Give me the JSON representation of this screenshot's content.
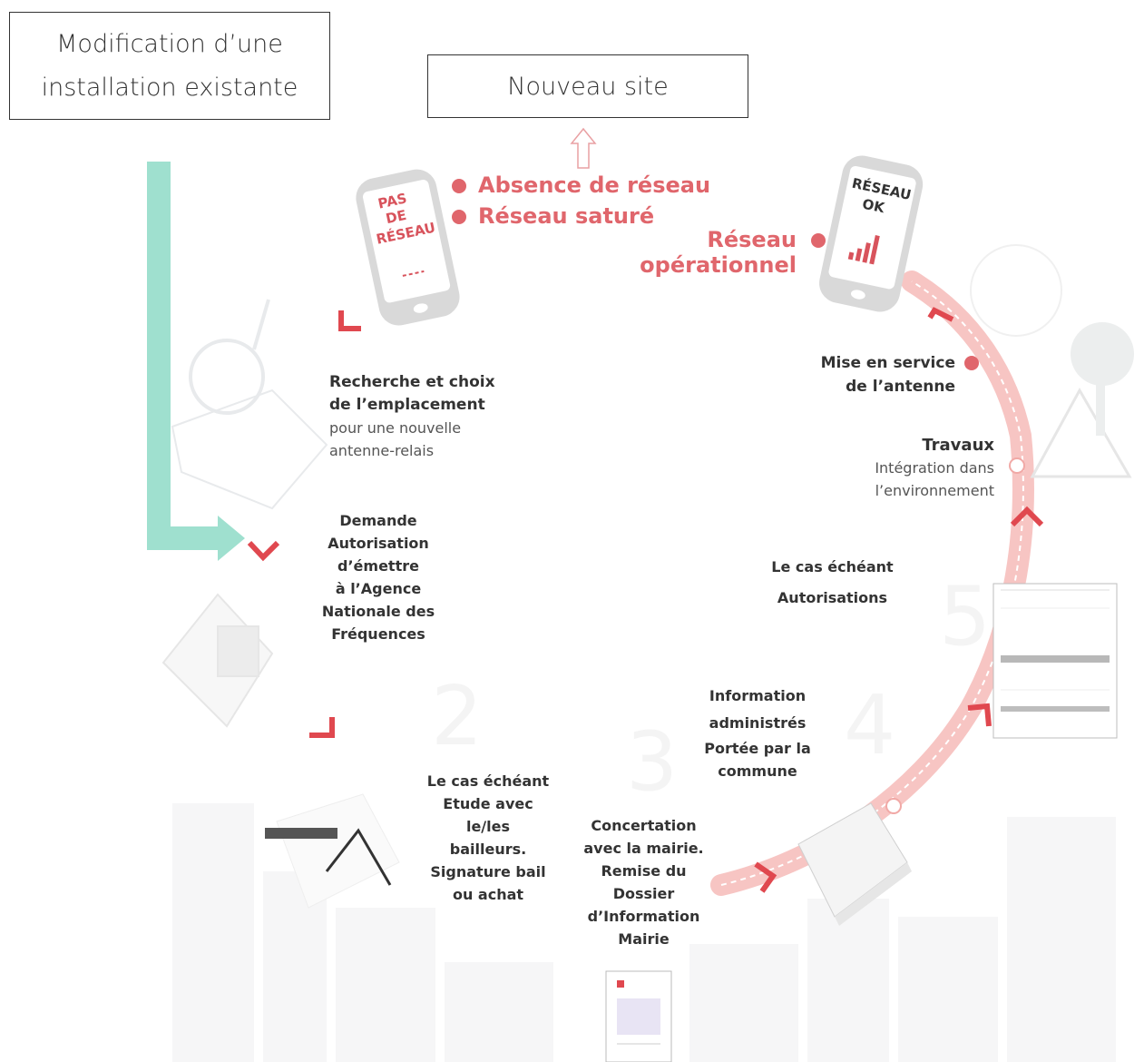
{
  "boxes": {
    "modification_line1": "Modification d’une",
    "modification_line2": "installation existante",
    "nouveau_site": "Nouveau site"
  },
  "phone_left": {
    "line1": "PAS",
    "line2": "DE",
    "line3": "RÉSEAU"
  },
  "phone_right": {
    "line1": "RÉSEAU",
    "line2": "OK"
  },
  "status": {
    "absence": "Absence de réseau",
    "sature": "Réseau saturé",
    "operationnel_line1": "Réseau",
    "operationnel_line2": "opérationnel"
  },
  "steps": {
    "recherche": {
      "title_line1": "Recherche et choix",
      "title_line2": "de l’emplacement",
      "sub_line1": "pour une nouvelle",
      "sub_line2": "antenne-relais"
    },
    "demande": {
      "line1": "Demande",
      "line2": "Autorisation",
      "line3": "d’émettre",
      "line4": "à l’Agence",
      "line5": "Nationale des",
      "line6": "Fréquences"
    },
    "etude": {
      "line1": "Le cas échéant",
      "line2": "Etude avec",
      "line3": "le/les",
      "line4": "bailleurs.",
      "line5": "Signature bail",
      "line6": "ou achat"
    },
    "concertation": {
      "line1": "Concertation",
      "line2": "avec la mairie.",
      "line3": "Remise du",
      "line4": "Dossier",
      "line5": "d’Information",
      "line6": "Mairie"
    },
    "information": {
      "line1": "Information",
      "line2": "administrés",
      "line3": "Portée par la",
      "line4": "commune"
    },
    "autorisations": {
      "line1": "Le cas échéant",
      "line2": "Autorisations"
    },
    "travaux": {
      "title": "Travaux",
      "sub_line1": "Intégration dans",
      "sub_line2": "l’environnement"
    },
    "mise_en_service": {
      "line1": "Mise en service",
      "line2": "de l’antenne"
    }
  },
  "step_numbers": [
    "2",
    "3",
    "4",
    "5"
  ],
  "colors": {
    "red": "#e0666c",
    "teal": "#9fe0cf",
    "pink_path": "#f7c5c3",
    "phone_grey": "#d9d9d9"
  },
  "icons": [
    "magnifier-icon",
    "stamp-icon",
    "handshake-icon",
    "document-icon",
    "book-icon",
    "road-sign-icon",
    "tree-icon"
  ]
}
